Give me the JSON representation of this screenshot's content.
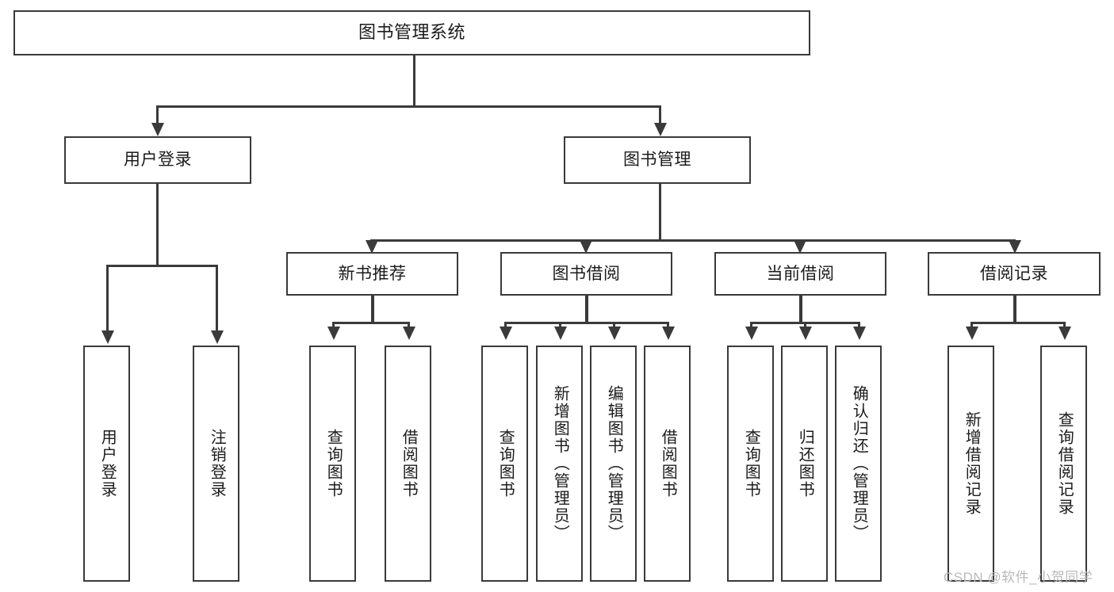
{
  "diagram": {
    "title": "图书管理系统",
    "type": "功能结构图",
    "root": {
      "id": "root",
      "label": "图书管理系统"
    },
    "level1": [
      {
        "id": "user-login",
        "label": "用户登录"
      },
      {
        "id": "book-manage",
        "label": "图书管理"
      }
    ],
    "level2": [
      {
        "id": "new-book-recommend",
        "label": "新书推荐",
        "parent": "book-manage"
      },
      {
        "id": "book-borrow",
        "label": "图书借阅",
        "parent": "book-manage"
      },
      {
        "id": "current-borrow",
        "label": "当前借阅",
        "parent": "book-manage"
      },
      {
        "id": "borrow-record",
        "label": "借阅记录",
        "parent": "book-manage"
      }
    ],
    "leaves": [
      {
        "id": "leaf-user-login",
        "label": "用户登录",
        "parent": "user-login"
      },
      {
        "id": "leaf-user-logout",
        "label": "注销登录",
        "parent": "user-login"
      },
      {
        "id": "leaf-query-book-1",
        "label": "查询图书",
        "parent": "new-book-recommend"
      },
      {
        "id": "leaf-borrow-book-1",
        "label": "借阅图书",
        "parent": "new-book-recommend"
      },
      {
        "id": "leaf-query-book-2",
        "label": "查询图书",
        "parent": "book-borrow"
      },
      {
        "id": "leaf-add-book",
        "label": "新增图书（管理员）",
        "parent": "book-borrow"
      },
      {
        "id": "leaf-edit-book",
        "label": "编辑图书（管理员）",
        "parent": "book-borrow"
      },
      {
        "id": "leaf-borrow-book-2",
        "label": "借阅图书",
        "parent": "book-borrow"
      },
      {
        "id": "leaf-query-book-3",
        "label": "查询图书",
        "parent": "current-borrow"
      },
      {
        "id": "leaf-return-book",
        "label": "归还图书",
        "parent": "current-borrow"
      },
      {
        "id": "leaf-confirm-return",
        "label": "确认归还（管理员）",
        "parent": "current-borrow"
      },
      {
        "id": "leaf-add-record",
        "label": "新增借阅记录",
        "parent": "borrow-record"
      },
      {
        "id": "leaf-query-record",
        "label": "查询借阅记录",
        "parent": "borrow-record"
      }
    ],
    "watermark": "CSDN @软件_小贺同学",
    "colors": {
      "stroke": "#3a3a3a",
      "background": "#ffffff",
      "text": "#1b1b1b",
      "watermark": "#b9b9b9"
    }
  }
}
